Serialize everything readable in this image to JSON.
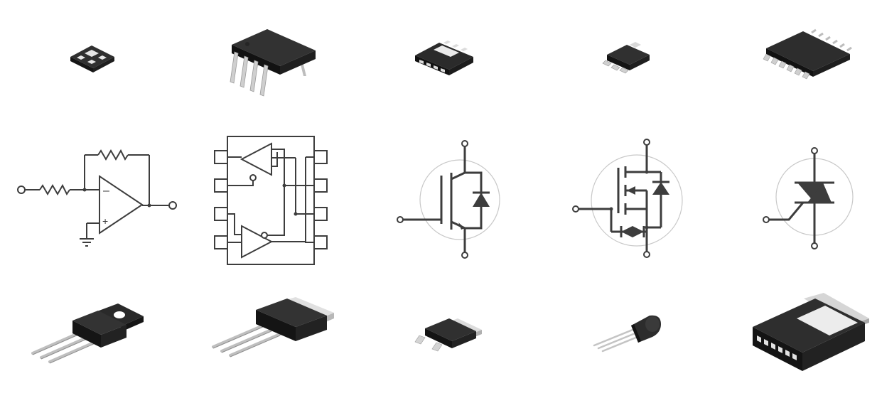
{
  "colors": {
    "background": "#ffffff",
    "package_top": "#2e2e2e",
    "package_side": "#121212",
    "package_face": "#1e1e1e",
    "lead": "#c4c4c4",
    "lead_dark": "#8e8e8e",
    "tab_metal": "#d9d9d9",
    "symbol_stroke": "#3d3d3d",
    "symbol_circle": "#c8c8c8"
  },
  "grid": {
    "rows": [
      {
        "kind": "package-row",
        "items": [
          {
            "icon": "dfn-package-icon"
          },
          {
            "icon": "dip8-package-icon"
          },
          {
            "icon": "qfn-power-package-icon"
          },
          {
            "icon": "sot89-package-icon"
          },
          {
            "icon": "soic-package-icon"
          }
        ]
      },
      {
        "kind": "schematic-row",
        "items": [
          {
            "icon": "op-amp-circuit-icon",
            "op_amp_signs": {
              "minus": "–",
              "plus": "+"
            }
          },
          {
            "icon": "dual-comparator-pinout-icon"
          },
          {
            "icon": "igbt-symbol-icon"
          },
          {
            "icon": "mosfet-symbol-icon"
          },
          {
            "icon": "triac-symbol-icon"
          }
        ]
      },
      {
        "kind": "package-row",
        "items": [
          {
            "icon": "to220-package-icon"
          },
          {
            "icon": "to262-package-icon"
          },
          {
            "icon": "dpak-package-icon"
          },
          {
            "icon": "to92-package-icon"
          },
          {
            "icon": "toll-package-icon"
          }
        ]
      }
    ]
  }
}
